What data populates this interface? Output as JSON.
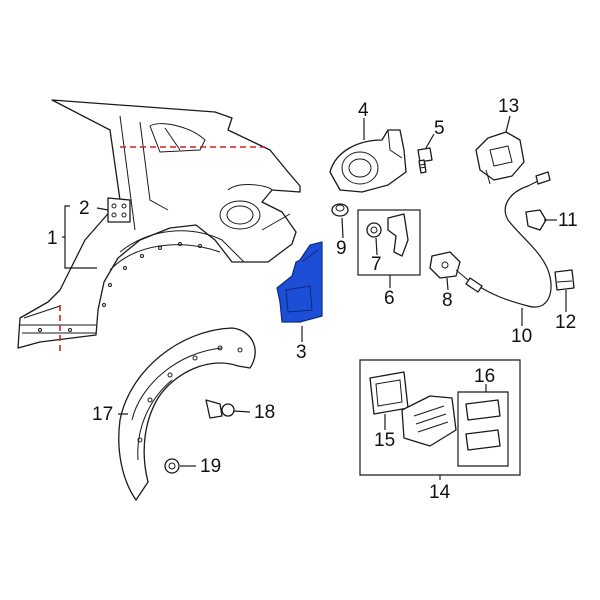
{
  "accent_color": "#1d4fd6",
  "cut_line_color": "#d42020",
  "callouts": {
    "c1": "1",
    "c2": "2",
    "c3": "3",
    "c4": "4",
    "c5": "5",
    "c6": "6",
    "c7": "7",
    "c8": "8",
    "c9": "9",
    "c10": "10",
    "c11": "11",
    "c12": "12",
    "c13": "13",
    "c14": "14",
    "c15": "15",
    "c16": "16",
    "c17": "17",
    "c18": "18",
    "c19": "19"
  }
}
